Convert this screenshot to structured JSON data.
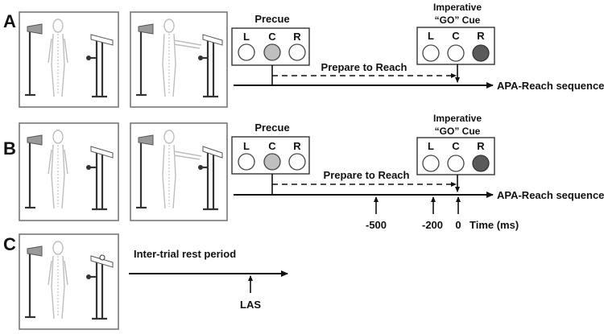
{
  "panels": {
    "a": {
      "letter": "A"
    },
    "b": {
      "letter": "B"
    },
    "c": {
      "letter": "C"
    }
  },
  "cues": {
    "precue_title": "Precue",
    "imperative_line1": "Imperative",
    "imperative_line2": "“GO” Cue",
    "lights": [
      "L",
      "C",
      "R"
    ],
    "precue_lit": "C",
    "go_lit": "R"
  },
  "timeline": {
    "prepare_label": "Prepare to Reach",
    "sequence_label": "APA-Reach sequence",
    "ticks": [
      "-500",
      "-200",
      "0"
    ],
    "time_label": "Time (ms)"
  },
  "rest": {
    "title": "Inter-trial rest period",
    "marker_label": "LAS"
  },
  "colors": {
    "light_off": "#ffffff",
    "precue_lit": "#bfbfbf",
    "go_lit": "#5a5a5a",
    "line": "#111111"
  }
}
